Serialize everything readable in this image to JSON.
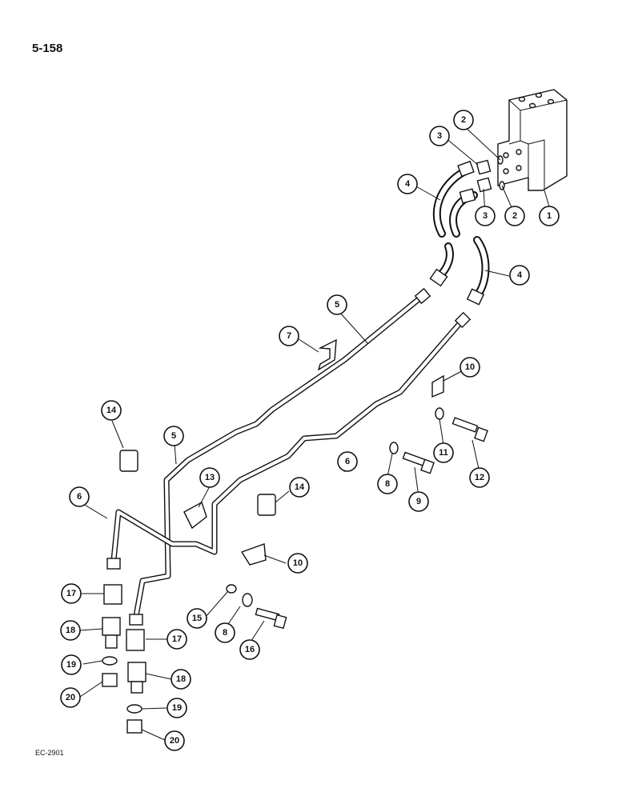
{
  "page_number": "5-158",
  "figure_ref": "EC-2901",
  "callouts": [
    {
      "id": "c1",
      "label": "1"
    },
    {
      "id": "c2a",
      "label": "2"
    },
    {
      "id": "c2b",
      "label": "2"
    },
    {
      "id": "c3a",
      "label": "3"
    },
    {
      "id": "c3b",
      "label": "3"
    },
    {
      "id": "c4a",
      "label": "4"
    },
    {
      "id": "c4b",
      "label": "4"
    },
    {
      "id": "c5a",
      "label": "5"
    },
    {
      "id": "c5b",
      "label": "5"
    },
    {
      "id": "c6a",
      "label": "6"
    },
    {
      "id": "c6b",
      "label": "6"
    },
    {
      "id": "c7",
      "label": "7"
    },
    {
      "id": "c8a",
      "label": "8"
    },
    {
      "id": "c8b",
      "label": "8"
    },
    {
      "id": "c9",
      "label": "9"
    },
    {
      "id": "c10a",
      "label": "10"
    },
    {
      "id": "c10b",
      "label": "10"
    },
    {
      "id": "c11",
      "label": "11"
    },
    {
      "id": "c12",
      "label": "12"
    },
    {
      "id": "c13",
      "label": "13"
    },
    {
      "id": "c14a",
      "label": "14"
    },
    {
      "id": "c14b",
      "label": "14"
    },
    {
      "id": "c15",
      "label": "15"
    },
    {
      "id": "c16",
      "label": "16"
    },
    {
      "id": "c17a",
      "label": "17"
    },
    {
      "id": "c17b",
      "label": "17"
    },
    {
      "id": "c18a",
      "label": "18"
    },
    {
      "id": "c18b",
      "label": "18"
    },
    {
      "id": "c19a",
      "label": "19"
    },
    {
      "id": "c19b",
      "label": "19"
    },
    {
      "id": "c20a",
      "label": "20"
    },
    {
      "id": "c20b",
      "label": "20"
    }
  ]
}
